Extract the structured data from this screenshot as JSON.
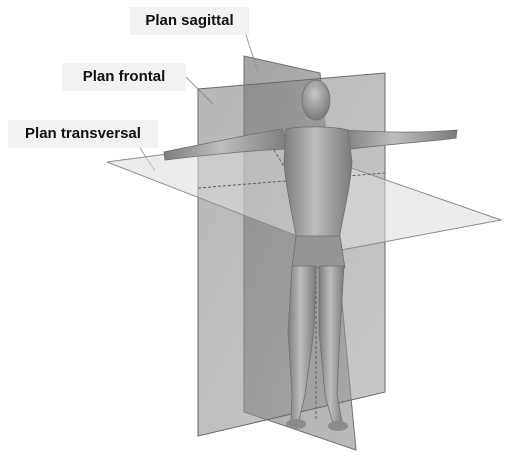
{
  "labels": {
    "sagittal": "Plan sagittal",
    "frontal": "Plan frontal",
    "transversal": "Plan transversal"
  },
  "colors": {
    "label_background": "#f2f2f2",
    "plane_sagittal": "#7f7f7f",
    "plane_frontal": "#9a9a9a",
    "plane_transversal": "#d9d9d9",
    "figure_body": "#9b9b9b"
  }
}
